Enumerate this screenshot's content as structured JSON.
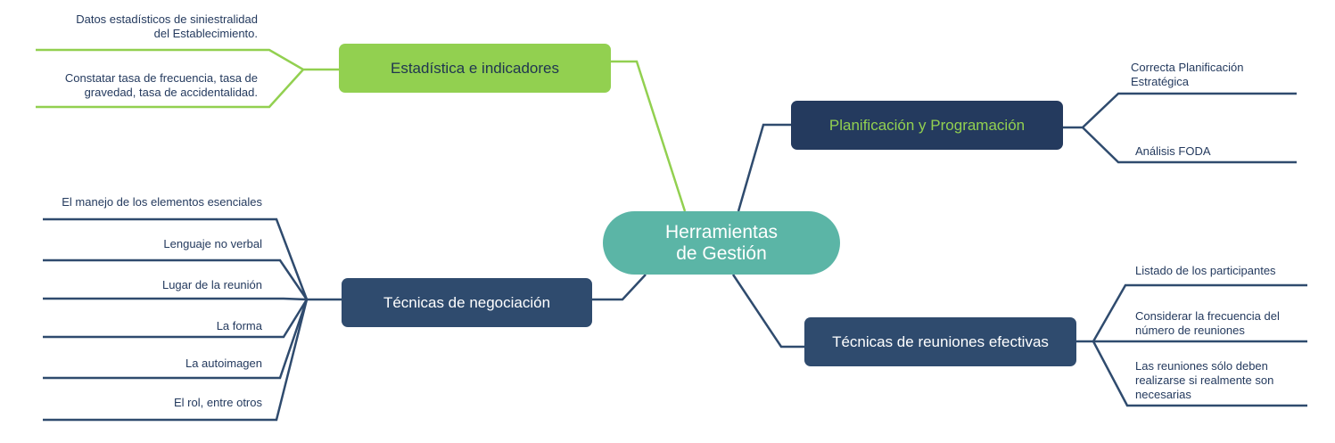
{
  "center": {
    "text": "Herramientas\nde Gestión"
  },
  "branches": {
    "estadistica": {
      "label": "Estadística e indicadores",
      "items": [
        "Datos estadísticos de siniestralidad\ndel Establecimiento.",
        "Constatar tasa de frecuencia, tasa de\ngravedad, tasa de accidentalidad."
      ]
    },
    "planificacion": {
      "label": "Planificación y Programación",
      "items": [
        "Correcta Planificación\nEstratégica",
        "Análisis FODA"
      ]
    },
    "negociacion": {
      "label": "Técnicas de negociación",
      "items": [
        "El manejo de los elementos esenciales",
        "Lenguaje no verbal",
        "Lugar de la reunión",
        "La forma",
        "La autoimagen",
        "El rol, entre otros"
      ]
    },
    "reuniones": {
      "label": "Técnicas de reuniones efectivas",
      "items": [
        "Listado de los participantes",
        "Considerar la frecuencia del\nnúmero de reuniones",
        "Las reuniones sólo deben\nrealizarse si realmente son\nnecesarias"
      ]
    }
  },
  "colors": {
    "green": "#92d050",
    "navy": "#243a5e",
    "slate": "#2f4b6e",
    "teal": "#5bb5a6",
    "line_dark": "#2f4b6e"
  }
}
